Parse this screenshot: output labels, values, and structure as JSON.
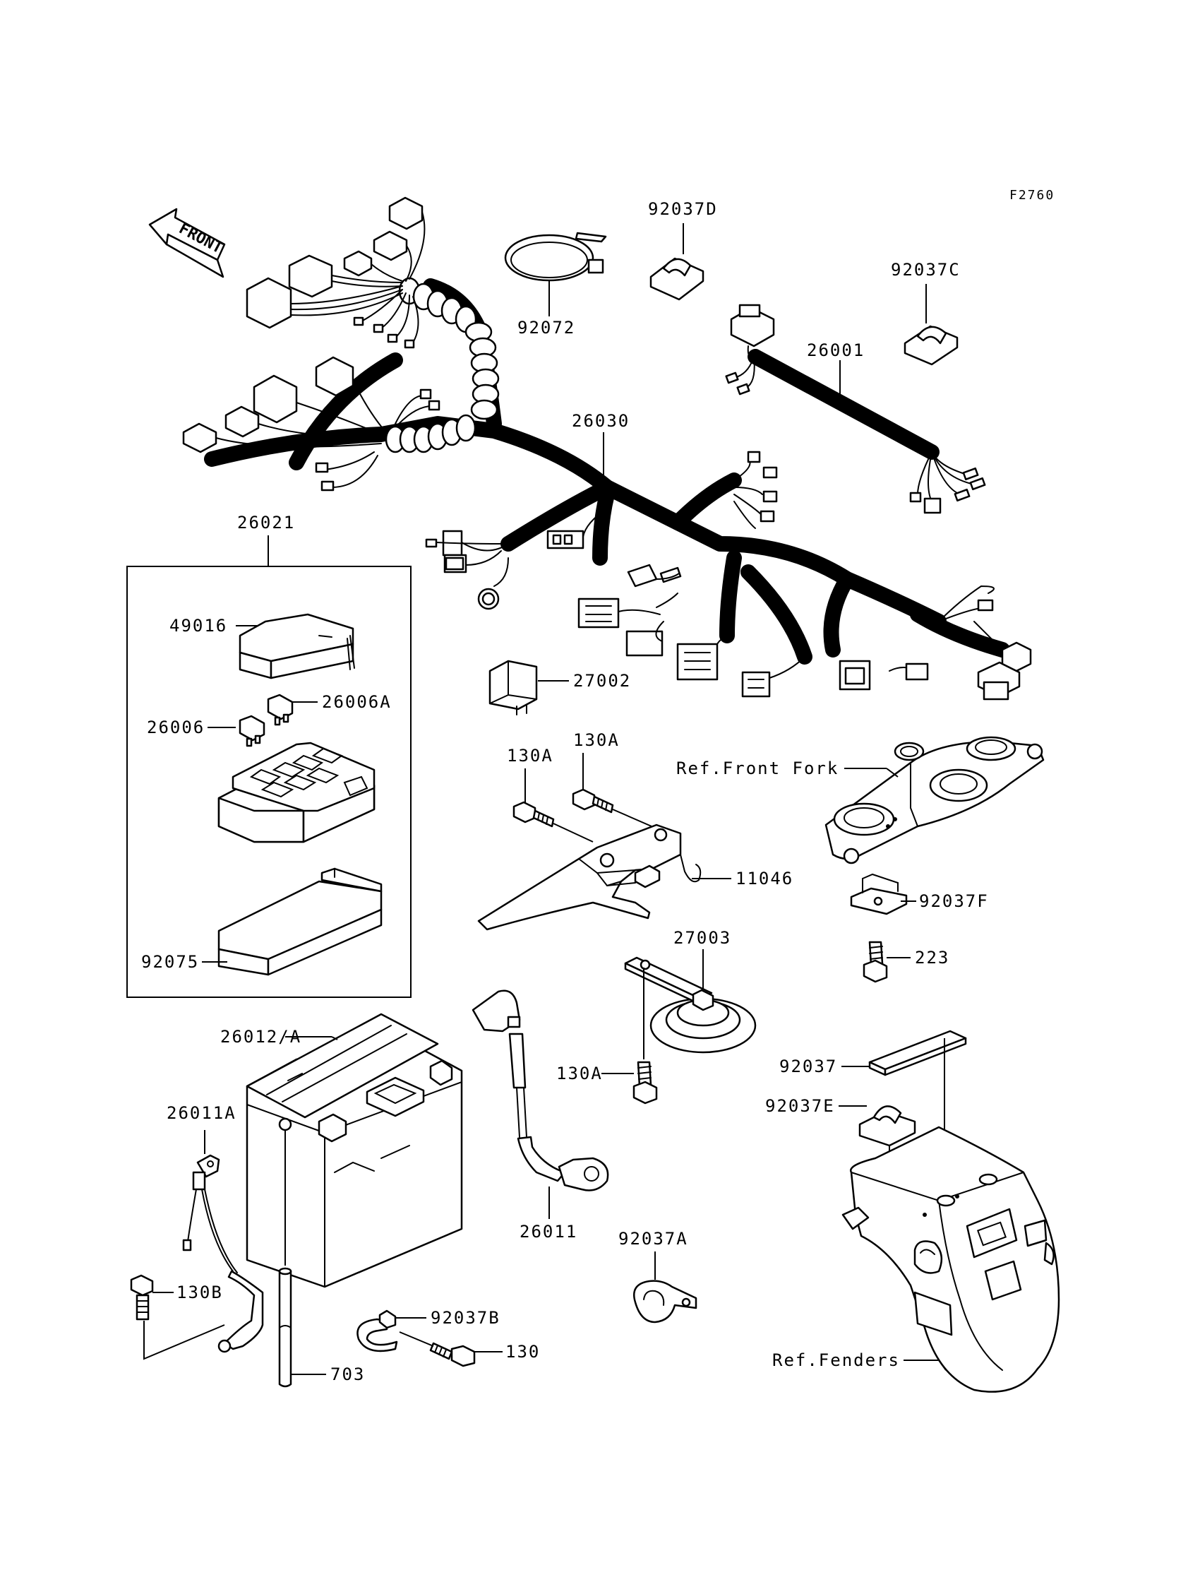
{
  "diagram_code": "F2760",
  "front_label": "FRONT",
  "labels": {
    "p92037D": "92037D",
    "p92037C": "92037C",
    "p92072": "92072",
    "p26001": "26001",
    "p26030": "26030",
    "p26021": "26021",
    "p49016": "49016",
    "p26006A": "26006A",
    "p26006": "26006",
    "p92075": "92075",
    "p27002": "27002",
    "p130A_1": "130A",
    "p130A_2": "130A",
    "p130A_3": "130A",
    "p11046": "11046",
    "p27003": "27003",
    "ref_front_fork": "Ref.Front Fork",
    "p92037F": "92037F",
    "p223": "223",
    "p26012A": "26012/A",
    "p26011A": "26011A",
    "p26011": "26011",
    "p92037A": "92037A",
    "p92037": "92037",
    "p92037E": "92037E",
    "p130B": "130B",
    "p92037B": "92037B",
    "p130": "130",
    "p703": "703",
    "ref_fenders": "Ref.Fenders"
  }
}
